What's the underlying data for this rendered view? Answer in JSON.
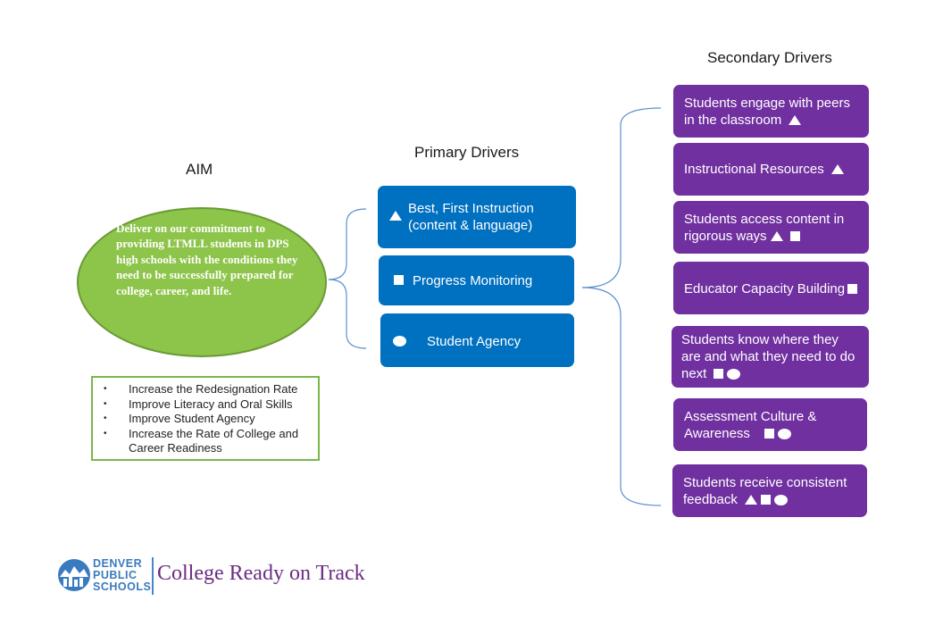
{
  "headings": {
    "aim": "AIM",
    "primary": "Primary Drivers",
    "secondary": "Secondary Drivers"
  },
  "aim": {
    "text": "Deliver on our commitment to providing LTMLL students in DPS high schools with the conditions they need to be successfully prepared for college, career, and life."
  },
  "outcomes": [
    "Increase the Redesignation Rate",
    "Improve Literacy and Oral Skills",
    "Improve Student Agency",
    "Increase the Rate of College and Career Readiness"
  ],
  "primary_drivers": [
    {
      "label": "Best, First Instruction (content & language)",
      "symbol": "triangle"
    },
    {
      "label": "Progress Monitoring",
      "symbol": "square"
    },
    {
      "label": "Student Agency",
      "symbol": "circle"
    }
  ],
  "secondary_drivers": [
    {
      "label": "Students engage with peers in the classroom",
      "symbols": [
        "triangle"
      ]
    },
    {
      "label": "Instructional Resources",
      "symbols": [
        "triangle"
      ]
    },
    {
      "label": "Students access content in rigorous ways",
      "symbols": [
        "triangle",
        "square"
      ]
    },
    {
      "label": "Educator Capacity Building",
      "symbols": [
        "square"
      ]
    },
    {
      "label": "Students know where they are and what they need to do next",
      "symbols": [
        "square",
        "circle"
      ]
    },
    {
      "label": "Assessment Culture & Awareness",
      "symbols": [
        "square",
        "circle"
      ]
    },
    {
      "label": "Students receive consistent feedback",
      "symbols": [
        "triangle",
        "square",
        "circle"
      ]
    }
  ],
  "logo": {
    "org_line1": "DENVER",
    "org_line2": "PUBLIC",
    "org_line3": "SCHOOLS",
    "tagline": "College Ready on Track"
  },
  "colors": {
    "aim_fill": "#8dc44a",
    "primary_fill": "#0070c0",
    "secondary_fill": "#7030a0",
    "connector": "#5b8fd0",
    "brand_blue": "#3a7bbf",
    "brand_purple": "#6b2d82"
  }
}
